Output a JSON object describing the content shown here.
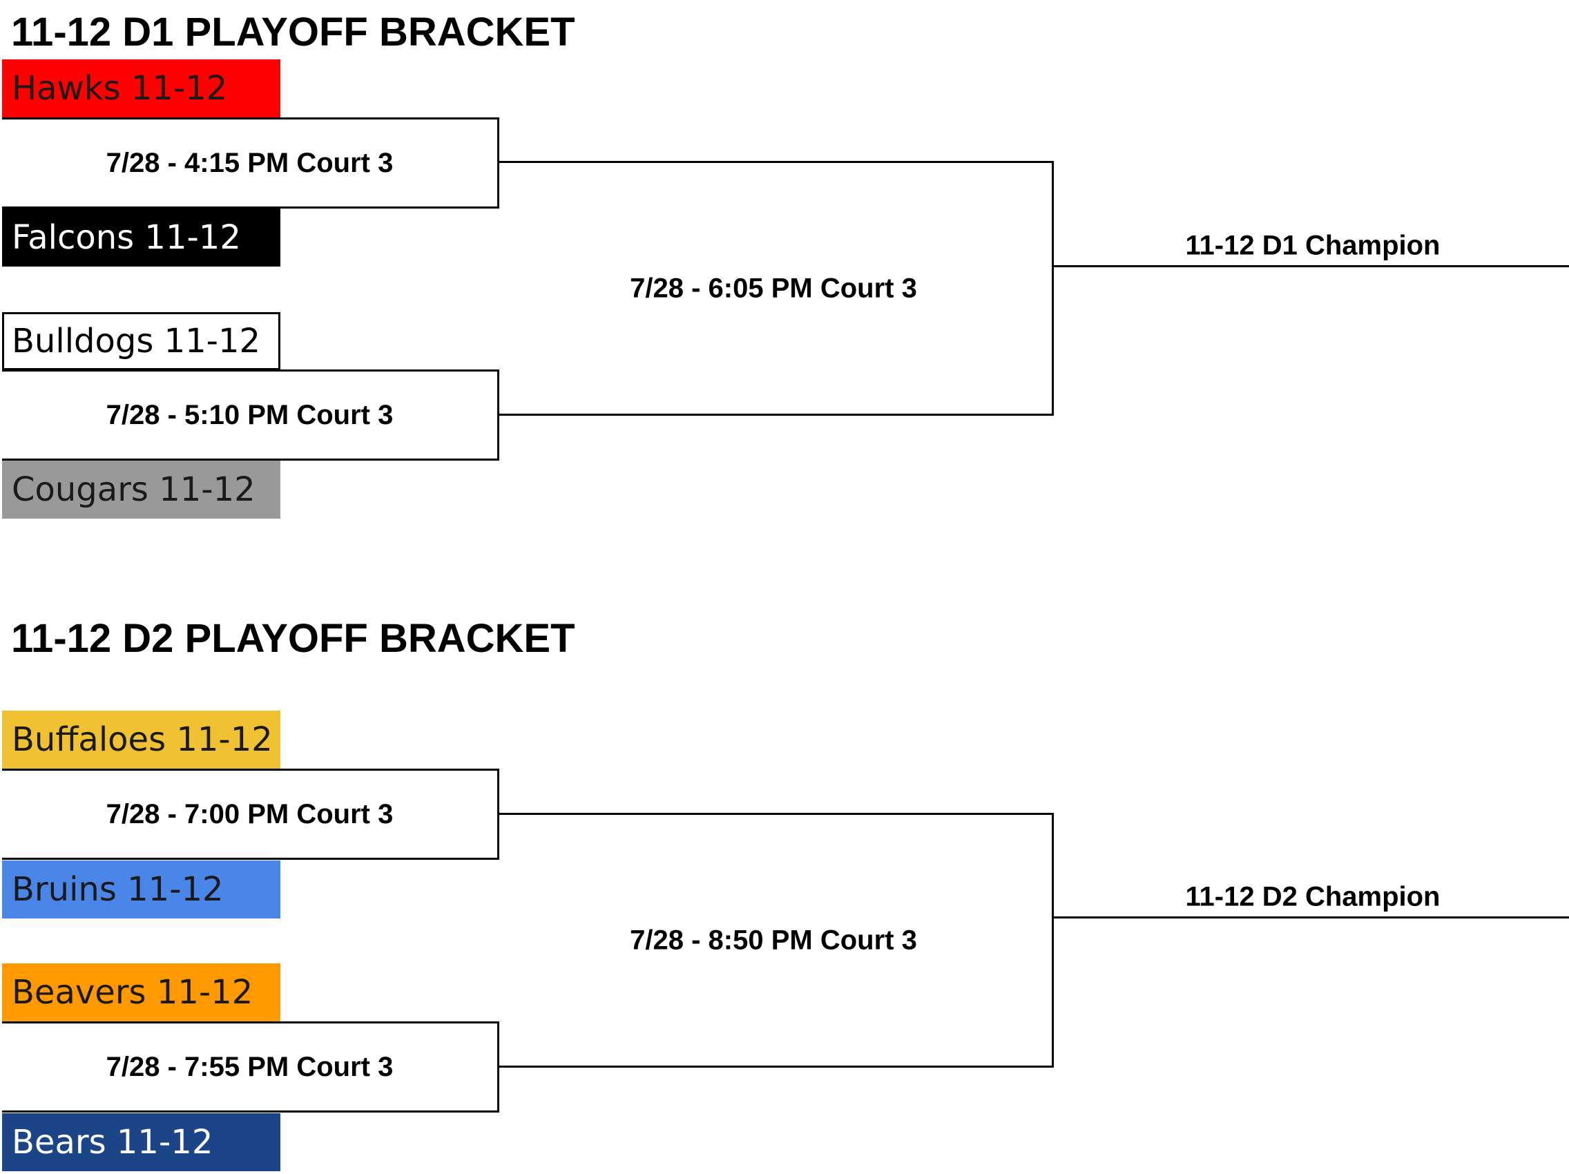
{
  "brackets": [
    {
      "title": "11-12 D1 PLAYOFF BRACKET",
      "games": [
        {
          "label": "7/28 - 4:15 PM Court 3",
          "top": {
            "name": "Hawks 11-12",
            "bg": "#ff0000",
            "fg": "#1a1a1a"
          },
          "bottom": {
            "name": "Falcons 11-12",
            "bg": "#000000",
            "fg": "#ffffff"
          }
        },
        {
          "label": "7/28 - 5:10 PM Court 3",
          "top": {
            "name": "Bulldogs 11-12",
            "bg": "#ffffff",
            "fg": "#000000"
          },
          "bottom": {
            "name": "Cougars 11-12",
            "bg": "#999999",
            "fg": "#1a1a1a"
          }
        }
      ],
      "final": {
        "label": "7/28 - 6:05 PM Court 3"
      },
      "champion": "11-12 D1 Champion"
    },
    {
      "title": "11-12 D2 PLAYOFF BRACKET",
      "games": [
        {
          "label": "7/28 - 7:00 PM Court 3",
          "top": {
            "name": "Buffaloes 11-12",
            "bg": "#f0c232",
            "fg": "#1a1a1a"
          },
          "bottom": {
            "name": "Bruins 11-12",
            "bg": "#4a86e8",
            "fg": "#1a1a1a"
          }
        },
        {
          "label": "7/28 - 7:55 PM Court 3",
          "top": {
            "name": "Beavers 11-12",
            "bg": "#ff9900",
            "fg": "#1a1a1a"
          },
          "bottom": {
            "name": "Bears 11-12",
            "bg": "#1c4587",
            "fg": "#ffffff"
          }
        }
      ],
      "final": {
        "label": "7/28 - 8:50 PM Court 3"
      },
      "champion": "11-12 D2 Champion"
    }
  ]
}
